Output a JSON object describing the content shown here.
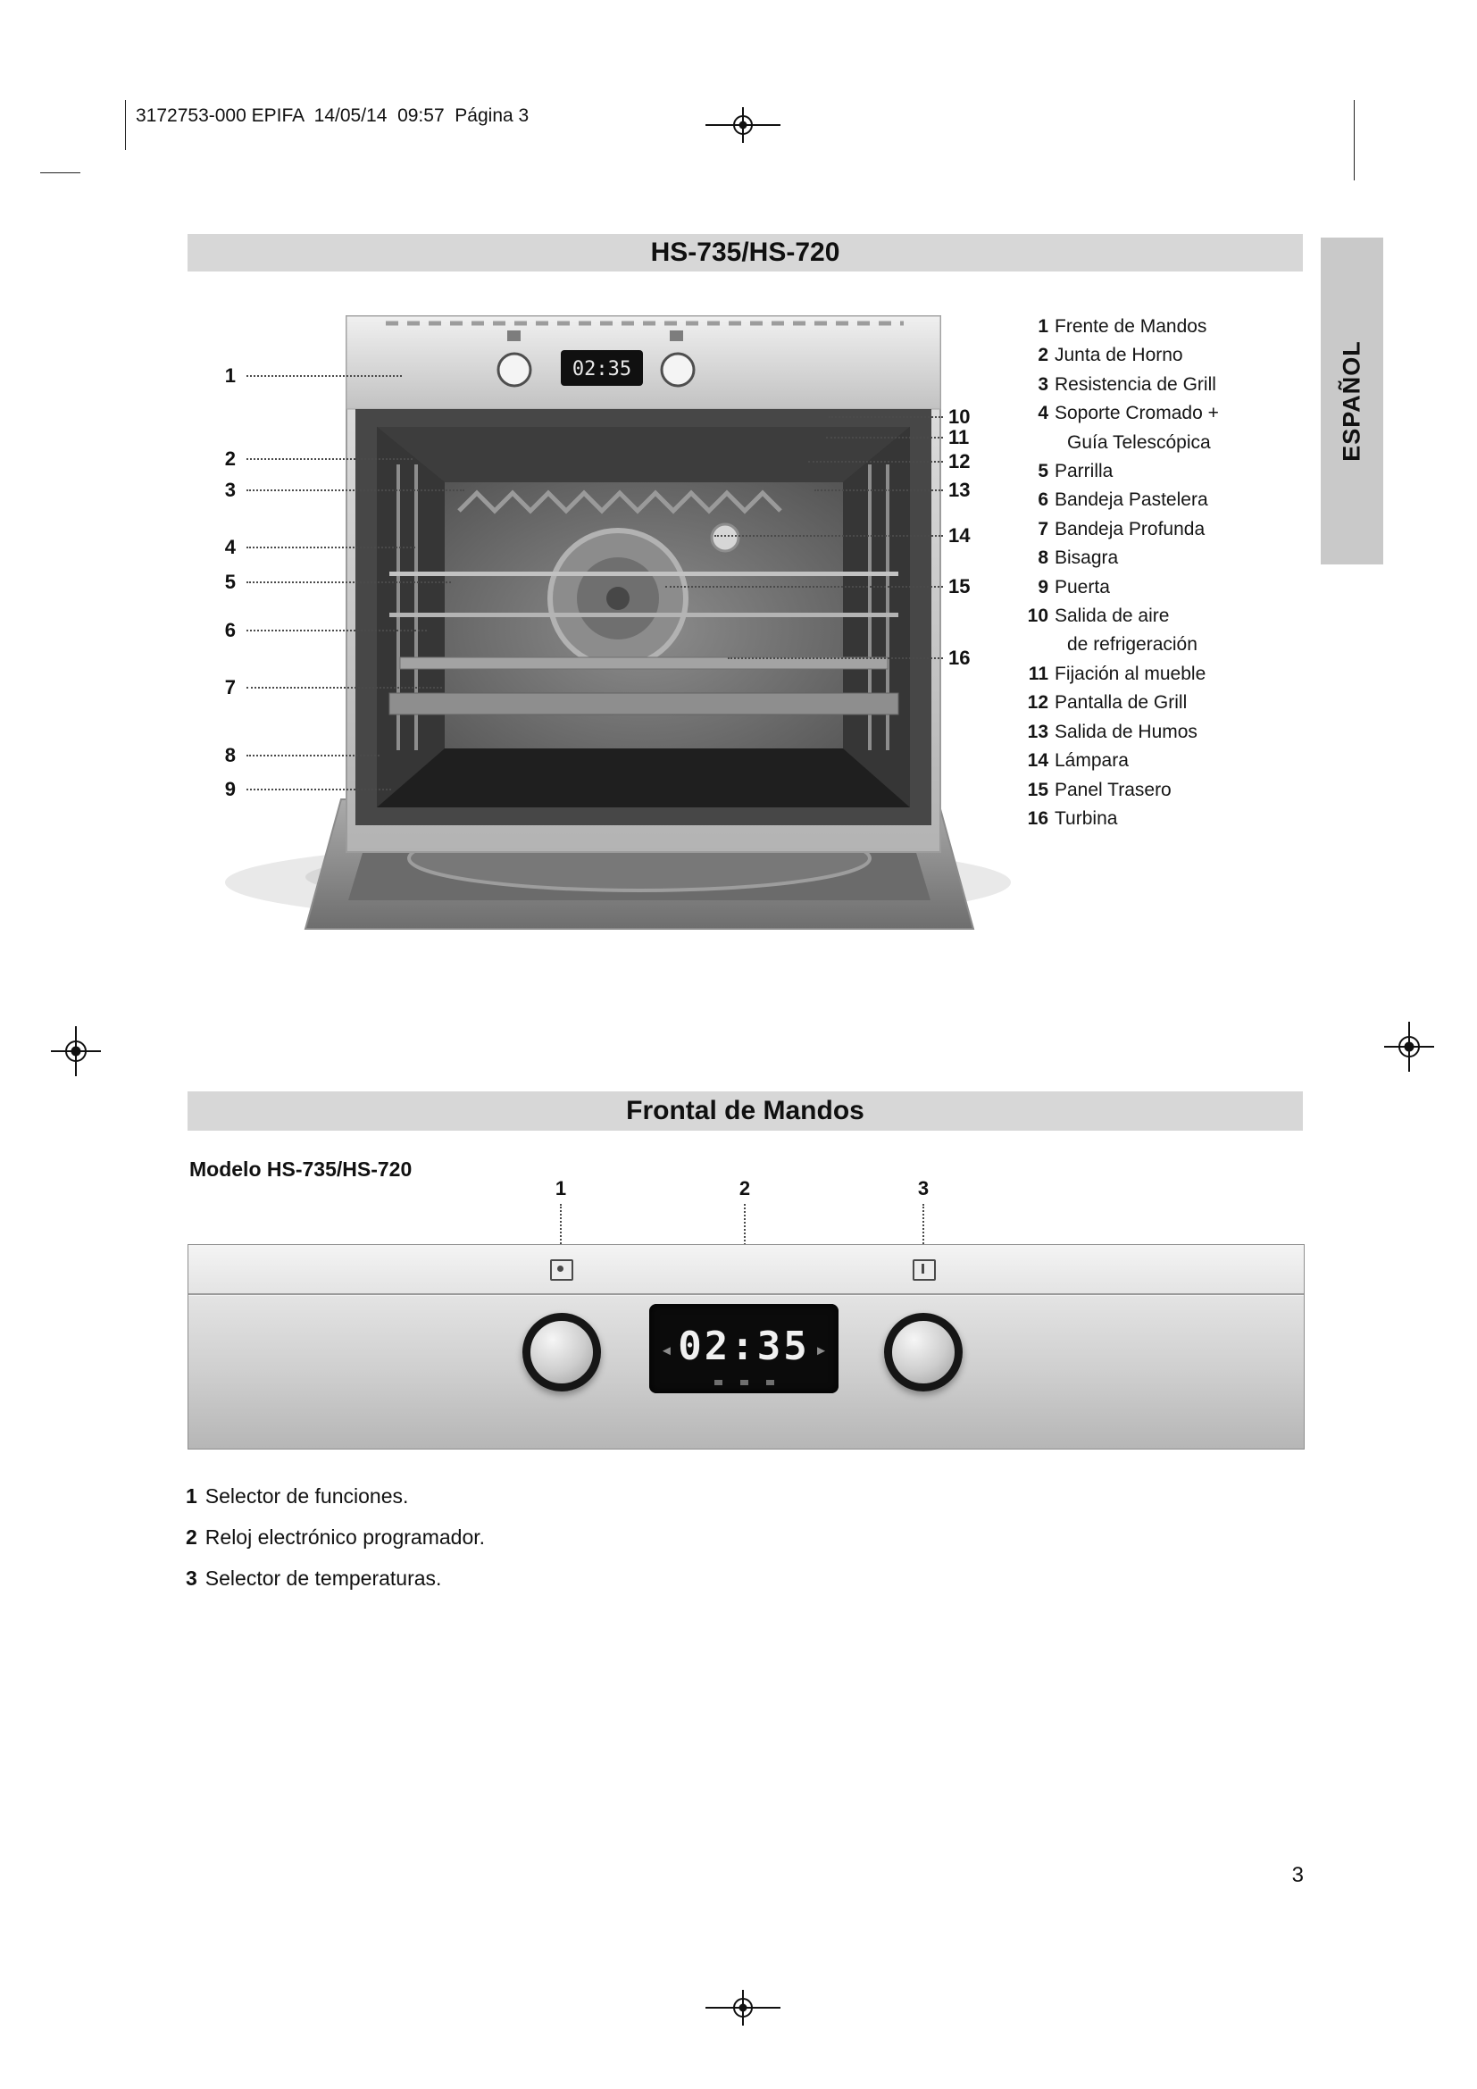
{
  "meta": {
    "print_header": "3172753-000 EPIFA  14/05/14  09:57  Página 3",
    "page_number": "3",
    "language_tab": "ESPAÑOL"
  },
  "diagram": {
    "title": "HS-735/HS-720",
    "display_time": "02:35",
    "callouts_left": [
      "1",
      "2",
      "3",
      "4",
      "5",
      "6",
      "7",
      "8",
      "9"
    ],
    "callouts_right": [
      "10",
      "11",
      "12",
      "13",
      "14",
      "15",
      "16"
    ],
    "legend": [
      {
        "num": "1",
        "text": "Frente de Mandos"
      },
      {
        "num": "2",
        "text": "Junta de Horno"
      },
      {
        "num": "3",
        "text": "Resistencia de Grill"
      },
      {
        "num": "4",
        "text": "Soporte Cromado +",
        "text2": "Guía Telescópica"
      },
      {
        "num": "5",
        "text": "Parrilla"
      },
      {
        "num": "6",
        "text": "Bandeja Pastelera"
      },
      {
        "num": "7",
        "text": "Bandeja Profunda"
      },
      {
        "num": "8",
        "text": "Bisagra"
      },
      {
        "num": "9",
        "text": "Puerta"
      },
      {
        "num": "10",
        "text": "Salida de aire",
        "text2": "de refrigeración"
      },
      {
        "num": "11",
        "text": "Fijación al mueble"
      },
      {
        "num": "12",
        "text": "Pantalla de Grill"
      },
      {
        "num": "13",
        "text": "Salida de Humos"
      },
      {
        "num": "14",
        "text": "Lámpara"
      },
      {
        "num": "15",
        "text": "Panel Trasero"
      },
      {
        "num": "16",
        "text": "Turbina"
      }
    ]
  },
  "controls": {
    "title": "Frontal de Mandos",
    "model_label": "Modelo HS-735/HS-720",
    "callouts": [
      "1",
      "2",
      "3"
    ],
    "display_time": "02:35",
    "legend": [
      {
        "num": "1",
        "text": "Selector de funciones."
      },
      {
        "num": "2",
        "text": "Reloj electrónico programador."
      },
      {
        "num": "3",
        "text": "Selector de temperaturas."
      }
    ]
  }
}
